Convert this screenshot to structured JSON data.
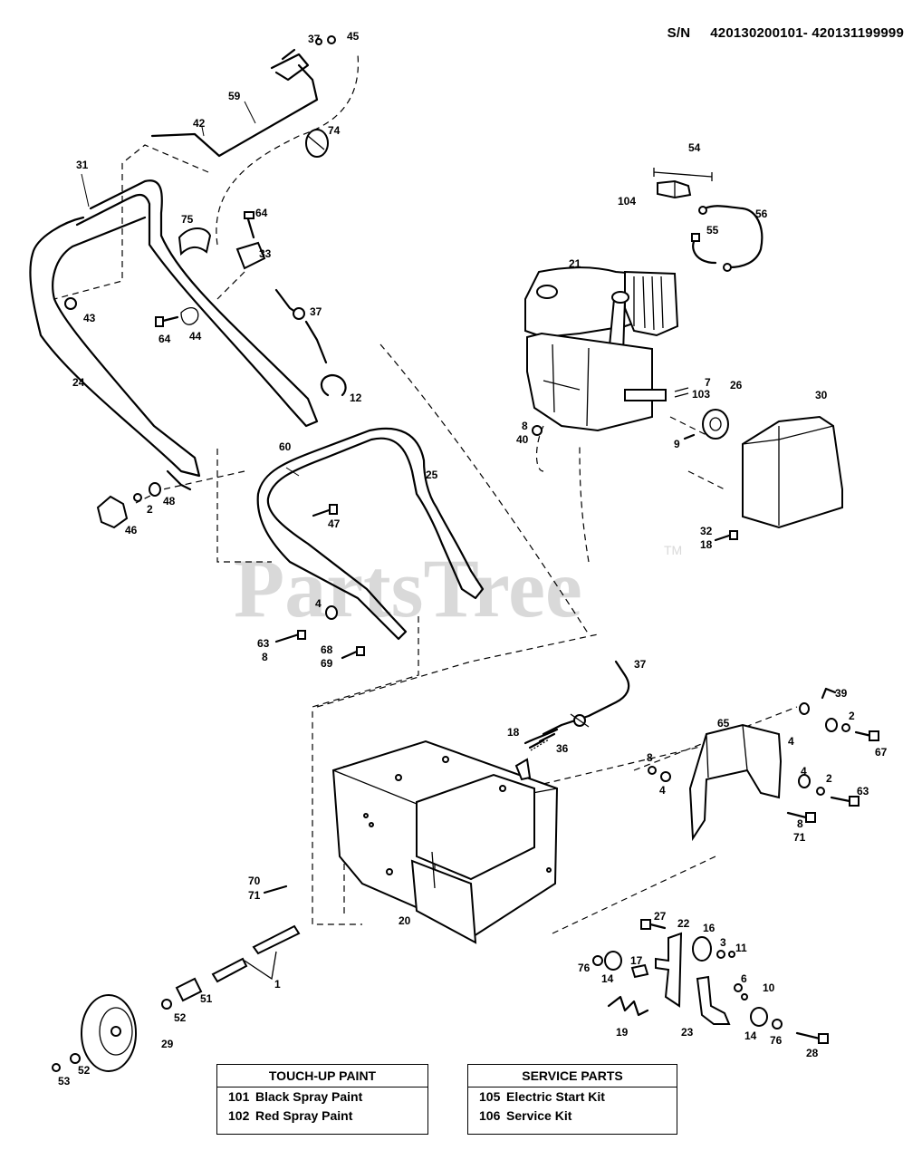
{
  "serial": {
    "label": "S/N",
    "range": "420130200101- 420131199999"
  },
  "watermark": {
    "text": "PartsTree",
    "tm": "TM"
  },
  "touch_up_paint": {
    "title": "TOUCH-UP PAINT",
    "items": [
      {
        "num": "101",
        "label": "Black Spray Paint"
      },
      {
        "num": "102",
        "label": "Red Spray Paint"
      }
    ]
  },
  "service_parts": {
    "title": "SERVICE PARTS",
    "items": [
      {
        "num": "105",
        "label": "Electric Start Kit"
      },
      {
        "num": "106",
        "label": "Service Kit"
      }
    ]
  },
  "callouts": [
    "37",
    "45",
    "59",
    "42",
    "74",
    "54",
    "104",
    "56",
    "55",
    "31",
    "75",
    "64",
    "33",
    "21",
    "37",
    "43",
    "64",
    "44",
    "7",
    "103",
    "26",
    "30",
    "24",
    "12",
    "8",
    "40",
    "9",
    "60",
    "25",
    "48",
    "2",
    "46",
    "47",
    "32",
    "18",
    "4",
    "63",
    "8",
    "68",
    "69",
    "37",
    "39",
    "2",
    "18",
    "36",
    "65",
    "4",
    "67",
    "8",
    "4",
    "4",
    "2",
    "63",
    "8",
    "71",
    "70",
    "71",
    "20",
    "27",
    "22",
    "16",
    "3",
    "11",
    "76",
    "14",
    "17",
    "1",
    "6",
    "10",
    "51",
    "52",
    "19",
    "23",
    "14",
    "76",
    "28",
    "29",
    "53",
    "52"
  ]
}
